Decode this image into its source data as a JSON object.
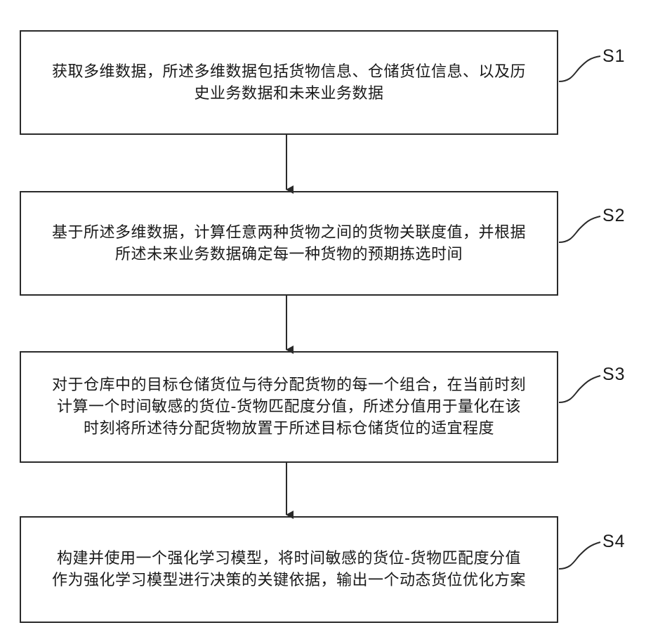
{
  "steps": [
    {
      "id": "S1",
      "text": "获取多维数据，所述多维数据包括货物信息、仓储货位信息、以及历史业务数据和未来业务数据"
    },
    {
      "id": "S2",
      "text": "基于所述多维数据，计算任意两种货物之间的货物关联度值，并根据所述未来业务数据确定每一种货物的预期拣选时间"
    },
    {
      "id": "S3",
      "text": "对于仓库中的目标仓储货位与待分配货物的每一个组合，在当前时刻计算一个时间敏感的货位-货物匹配度分值，所述分值用于量化在该时刻将所述待分配货物放置于所述目标仓储货位的适宜程度"
    },
    {
      "id": "S4",
      "text": "构建并使用一个强化学习模型，将时间敏感的货位-货物匹配度分值作为强化学习模型进行决策的关键依据，输出一个动态货位优化方案"
    }
  ]
}
